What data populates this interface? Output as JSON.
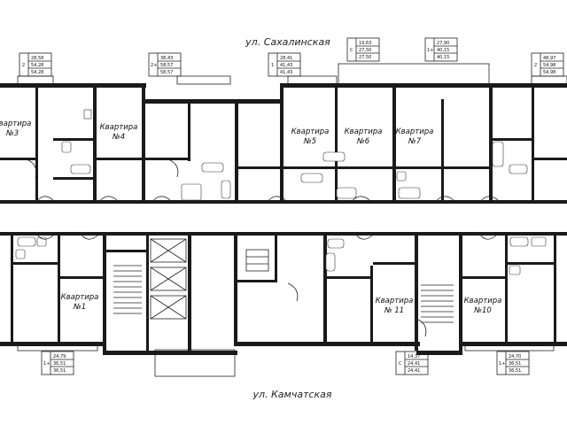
{
  "streets": {
    "top": "ул. Сахалинская",
    "bottom": "ул. Камчатская"
  },
  "apartments": [
    {
      "id": "apt-3",
      "line1": "Квартира",
      "line2": "№3"
    },
    {
      "id": "apt-4",
      "line1": "Квартира",
      "line2": "№4"
    },
    {
      "id": "apt-5",
      "line1": "Квартира",
      "line2": "№5"
    },
    {
      "id": "apt-6",
      "line1": "Квартира",
      "line2": "№6"
    },
    {
      "id": "apt-7",
      "line1": "Квартира",
      "line2": "№7"
    },
    {
      "id": "apt-1",
      "line1": "Квартира",
      "line2": "№1"
    },
    {
      "id": "apt-11",
      "line1": "Квартира",
      "line2": "№ 11"
    },
    {
      "id": "apt-10",
      "line1": "Квартира",
      "line2": "№10"
    }
  ],
  "area_tables": [
    {
      "id": "t-top-2a",
      "rooms": "2",
      "values": [
        "28,58",
        "54,28",
        "54,28"
      ]
    },
    {
      "id": "t-top-2b",
      "rooms": "2+",
      "values": [
        "38,43",
        "58,57",
        "58,57"
      ]
    },
    {
      "id": "t-top-1",
      "rooms": "1",
      "values": [
        "28,41",
        "41,43",
        "41,43"
      ]
    },
    {
      "id": "t-top-c",
      "rooms": "С",
      "values": [
        "19,63",
        "27,50",
        "27,50"
      ]
    },
    {
      "id": "t-top-1p",
      "rooms": "1+",
      "values": [
        "27,90",
        "40,15",
        "40,15"
      ]
    },
    {
      "id": "t-top-2c",
      "rooms": "2",
      "values": [
        "48,97",
        "54,98",
        "54,98"
      ]
    },
    {
      "id": "t-bot-1a",
      "rooms": "1+",
      "values": [
        "24,79",
        "36,51",
        "36,51"
      ]
    },
    {
      "id": "t-bot-c",
      "rooms": "С",
      "values": [
        "14,37",
        "24,41",
        "24,41"
      ]
    },
    {
      "id": "t-bot-1b",
      "rooms": "1+",
      "values": [
        "24,70",
        "36,51",
        "36,51"
      ]
    }
  ]
}
